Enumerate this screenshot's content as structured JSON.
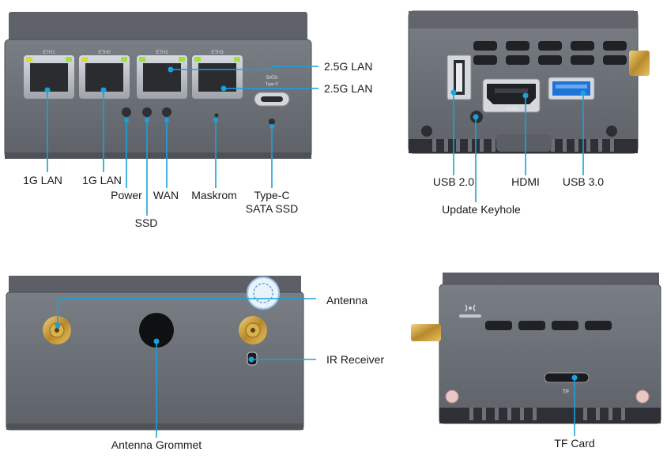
{
  "front_view": {
    "port_tags": [
      "ETH1",
      "ETH0",
      "ETH2",
      "ETH3"
    ],
    "sata_tag": "SATA",
    "typec_tag": "Type-C",
    "labels": {
      "lan_1g_a": "1G LAN",
      "lan_1g_b": "1G LAN",
      "power": "Power",
      "ssd": "SSD",
      "wan": "WAN",
      "maskrom": "Maskrom",
      "typec_line1": "Type-C",
      "typec_line2": "SATA SSD",
      "lan_25g_a": "2.5G LAN",
      "lan_25g_b": "2.5G LAN"
    }
  },
  "side_view_io": {
    "hdmi_tag": "HDMI",
    "labels": {
      "usb2": "USB 2.0",
      "hdmi": "HDMI",
      "usb3": "USB 3.0",
      "update_keyhole": "Update Keyhole"
    }
  },
  "back_view": {
    "labels": {
      "antenna": "Antenna",
      "ir_receiver": "IR Receiver",
      "antenna_grommet": "Antenna Grommet"
    }
  },
  "side_view_tf": {
    "tf_tag": "TF",
    "labels": {
      "tf_card": "TF Card"
    }
  },
  "colors": {
    "chassis": "#6f737a",
    "chassis_dark": "#2e3035",
    "callout": "#1ba1dc",
    "led_green": "#9be23a",
    "led_yellow": "#d9dc2b",
    "usb3_blue": "#1d73d8"
  },
  "icons": [
    "usb-port-icon",
    "hdmi-port-icon",
    "usb3-port-icon",
    "antenna-connector-icon",
    "ir-sensor-icon",
    "wifi-signal-icon",
    "keyhole-icon"
  ]
}
